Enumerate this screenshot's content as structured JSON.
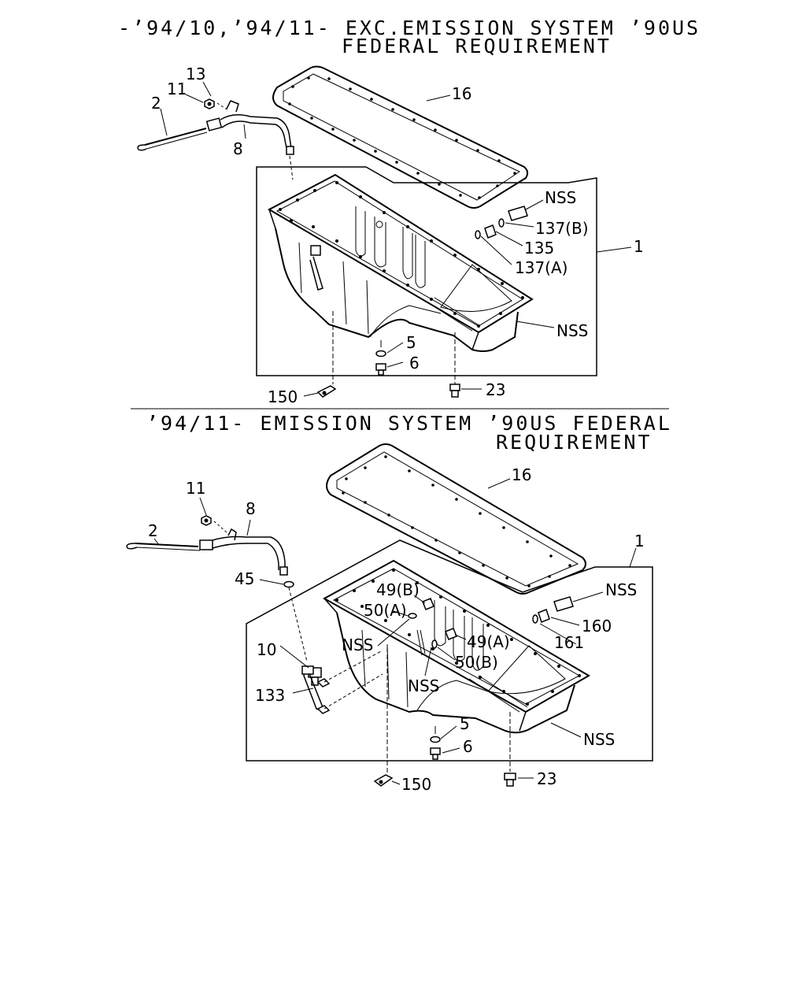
{
  "sections": [
    {
      "caption_line1": "-’94/10,’94/11- EXC.EMISSION SYSTEM ’90US",
      "caption_line2": "FEDERAL REQUIREMENT",
      "callouts": {
        "c13": "13",
        "c11": "11",
        "c2": "2",
        "c8": "8",
        "c16": "16",
        "nss_fitting": "NSS",
        "c137b": "137(B)",
        "c135": "135",
        "c137a": "137(A)",
        "c1": "1",
        "nss_pan": "NSS",
        "c5": "5",
        "c6": "6",
        "c150": "150",
        "c23": "23"
      }
    },
    {
      "caption_line1": "’94/11- EMISSION SYSTEM ’90US FEDERAL",
      "caption_line2": "REQUIREMENT",
      "callouts": {
        "c11": "11",
        "c8": "8",
        "c2": "2",
        "c16": "16",
        "c1": "1",
        "nss_fitting": "NSS",
        "c160": "160",
        "c161": "161",
        "c45": "45",
        "c49b": "49(B)",
        "c50a": "50(A)",
        "nss_left": "NSS",
        "c49a": "49(A)",
        "c50b": "50(B)",
        "c10": "10",
        "nss_mid": "NSS",
        "c133": "133",
        "c5": "5",
        "c6": "6",
        "nss_pan": "NSS",
        "c150": "150",
        "c23": "23"
      }
    }
  ]
}
